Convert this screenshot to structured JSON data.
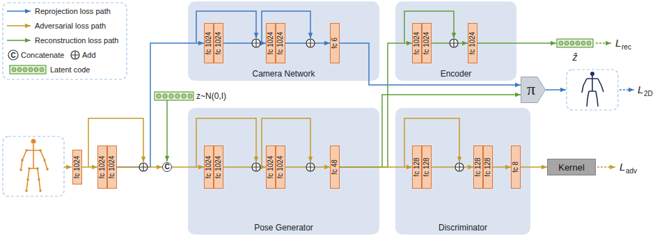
{
  "diagram": {
    "nodes": [
      {
        "text": [
          "Camera Network"
        ]
      },
      {
        "text": [
          "fc 1024"
        ],
        "in": 0
      },
      {
        "text": [
          "fc 1024"
        ],
        "in": 0
      },
      {
        "text": [
          "fc 1024"
        ],
        "in": 0
      },
      {
        "text": [
          "fc 1024"
        ],
        "in": 0
      },
      {
        "text": [
          "fc 6"
        ],
        "in": 0
      },
      {
        "text": [
          "Encoder"
        ]
      },
      {
        "text": [
          "fc 1024"
        ],
        "in": 6
      },
      {
        "text": [
          "fc 1024"
        ],
        "in": 6
      },
      {
        "text": [
          "fc 1024"
        ],
        "in": 6
      },
      {
        "text": [
          "fc 1024"
        ]
      },
      {
        "text": [
          "fc 1024"
        ]
      },
      {
        "text": [
          "fc 1024"
        ]
      },
      {
        "text": [
          "C"
        ]
      },
      {
        "text": [
          "Pose Generator"
        ]
      },
      {
        "text": [
          "fc 1024"
        ],
        "in": 14
      },
      {
        "text": [
          "fc 1024"
        ],
        "in": 14
      },
      {
        "text": [
          "fc 1024"
        ],
        "in": 14
      },
      {
        "text": [
          "fc 1024"
        ],
        "in": 14
      },
      {
        "text": [
          "fc 48"
        ],
        "in": 14
      },
      {
        "text": [
          "Discriminator"
        ]
      },
      {
        "text": [
          "fc 128"
        ],
        "in": 20
      },
      {
        "text": [
          "fc 128"
        ],
        "in": 20
      },
      {
        "text": [
          "fc 128"
        ],
        "in": 20
      },
      {
        "text": [
          "fc 128"
        ],
        "in": 20
      },
      {
        "text": [
          "fc 8"
        ],
        "in": 20
      },
      {
        "text": [
          "π"
        ]
      },
      {
        "text": [
          "Kernel"
        ]
      }
    ],
    "edges": [
      {
        "from": 10,
        "to": 11,
        "arrow": "to"
      },
      {
        "from": 12,
        "to": 13,
        "arrow": "to"
      },
      {
        "from": 13,
        "to": 15,
        "arrow": "to"
      },
      {
        "from": 12,
        "to": 1,
        "arrow": "to"
      },
      {
        "from": 2,
        "to": 3,
        "arrow": "to"
      },
      {
        "from": 4,
        "to": 5,
        "arrow": "to"
      },
      {
        "from": 16,
        "to": 17,
        "arrow": "to"
      },
      {
        "from": 18,
        "to": 19,
        "arrow": "to"
      },
      {
        "from": 19,
        "to": 7,
        "arrow": "to"
      },
      {
        "from": 19,
        "to": 21,
        "arrow": "to"
      },
      {
        "from": 19,
        "to": 26,
        "arrow": "to"
      },
      {
        "from": 5,
        "to": 26,
        "arrow": "to"
      },
      {
        "from": 8,
        "to": 9,
        "arrow": "to"
      },
      {
        "from": 22,
        "to": 23,
        "arrow": "to"
      },
      {
        "from": 24,
        "to": 25,
        "arrow": "to"
      },
      {
        "from": 25,
        "to": 27,
        "arrow": "to"
      }
    ],
    "labels": [
      "C",
      "z~N(0,I)",
      "ẑ",
      "L",
      "rec",
      "L",
      "2D",
      "L",
      "adv"
    ],
    "legend": [
      {
        "text": "Reprojection loss path"
      },
      {
        "text": "Adversarial loss path"
      },
      {
        "text": "Reconstruction loss path"
      },
      {
        "text": "Concatenate"
      },
      {
        "text": "Add"
      },
      {
        "text": "Latent code"
      }
    ]
  }
}
